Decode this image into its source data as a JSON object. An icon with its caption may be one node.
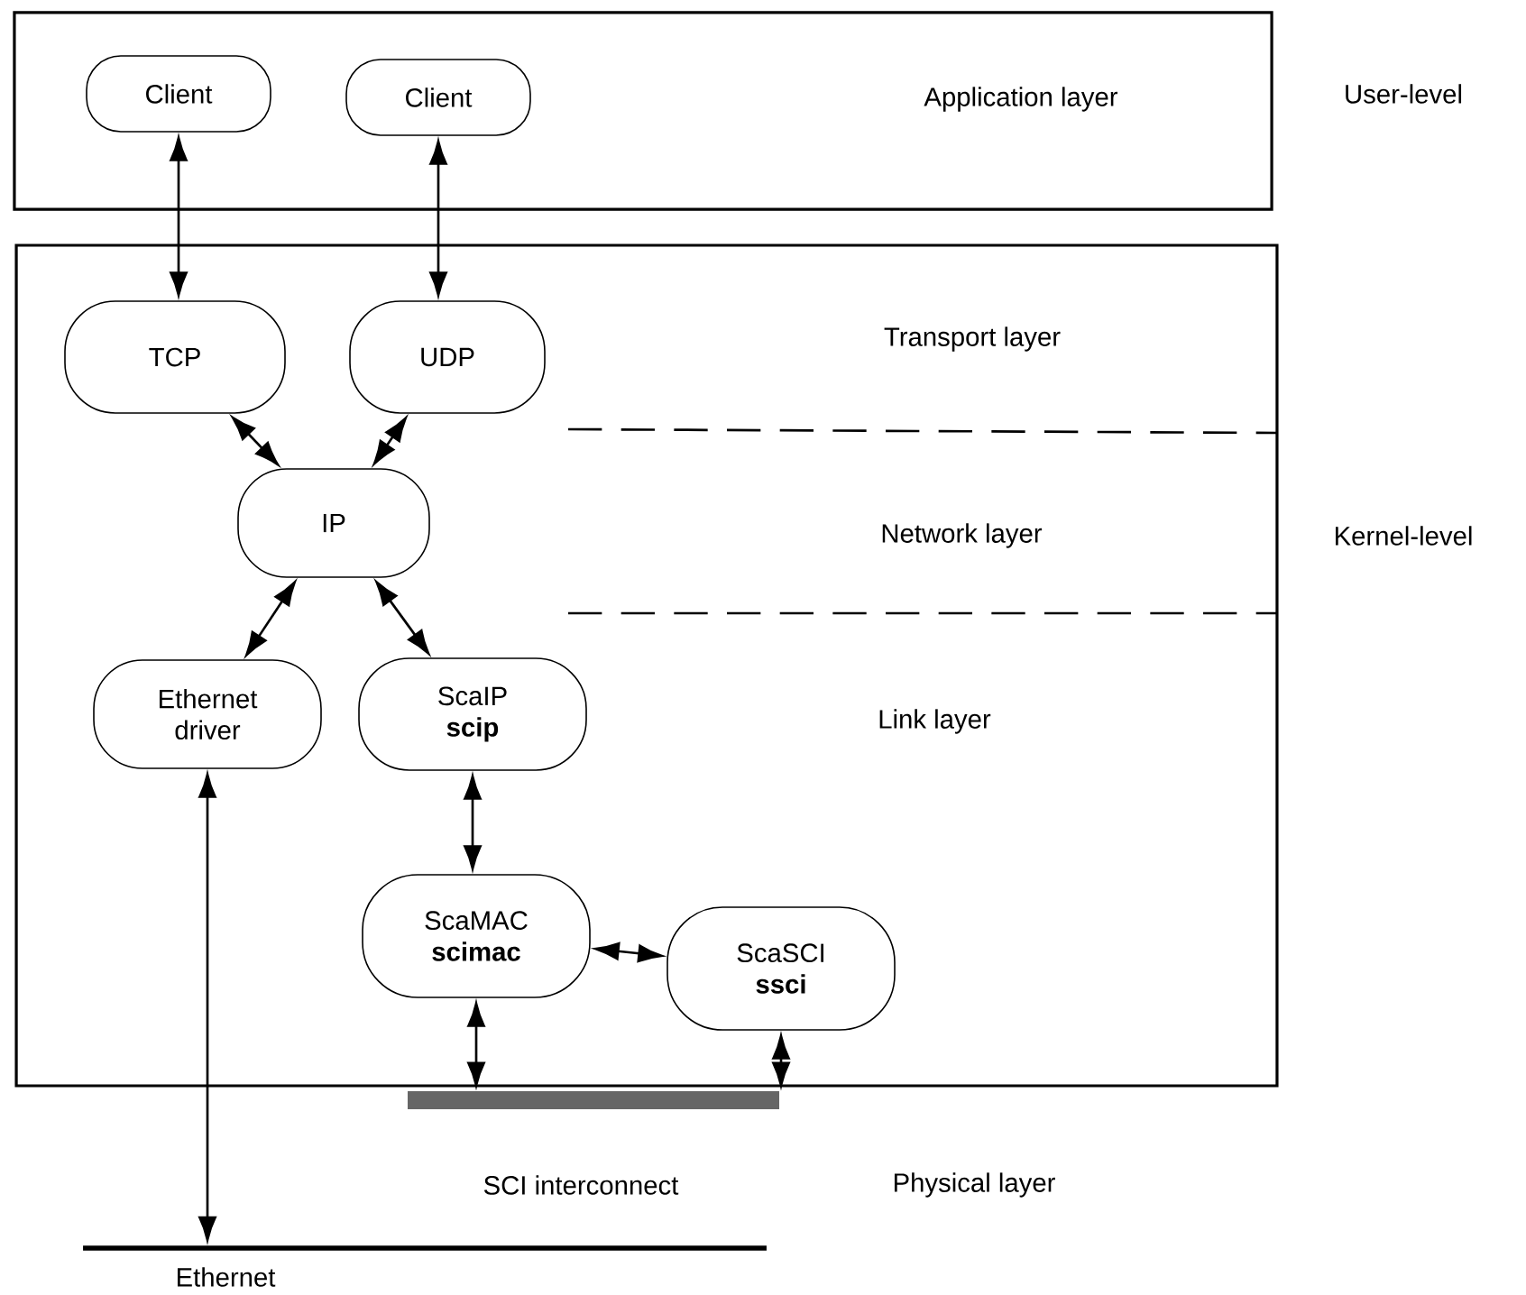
{
  "diagram": {
    "nodes": [
      {
        "text": [
          "Application layer"
        ],
        "beside": [
          "User-level"
        ]
      },
      {
        "text": [
          "Transport layer",
          "Network layer",
          "Link layer"
        ],
        "beside": [
          "Kernel-level"
        ]
      },
      {
        "text": [
          "Client"
        ],
        "in": 0
      },
      {
        "text": [
          "Client"
        ],
        "in": 0
      },
      {
        "text": [
          "TCP"
        ],
        "in": 1
      },
      {
        "text": [
          "UDP"
        ],
        "in": 1
      },
      {
        "text": [
          "IP"
        ],
        "in": 1
      },
      {
        "text": [
          "Ethernet driver"
        ],
        "in": 1
      },
      {
        "text": [
          "ScaIP",
          "scip"
        ],
        "in": 1
      },
      {
        "text": [
          "ScaMAC",
          "scimac"
        ],
        "in": 1
      },
      {
        "text": [
          "ScaSCI",
          "ssci"
        ],
        "in": 1
      },
      {
        "text": [],
        "shape": "bar",
        "beside": [
          "SCI interconnect"
        ]
      },
      {
        "text": [],
        "shape": "line",
        "beside": [
          "Ethernet"
        ]
      }
    ],
    "edges": [
      {
        "from": 2,
        "to": 4,
        "arrow": "both"
      },
      {
        "from": 3,
        "to": 5,
        "arrow": "both"
      },
      {
        "from": 4,
        "to": 6,
        "arrow": "both"
      },
      {
        "from": 5,
        "to": 6,
        "arrow": "both"
      },
      {
        "from": 6,
        "to": 7,
        "arrow": "both"
      },
      {
        "from": 6,
        "to": 8,
        "arrow": "both"
      },
      {
        "from": 8,
        "to": 9,
        "arrow": "both"
      },
      {
        "from": 9,
        "to": 10,
        "arrow": "both"
      },
      {
        "from": 7,
        "to": 12,
        "arrow": "both"
      },
      {
        "from": 9,
        "to": 11,
        "arrow": "both"
      },
      {
        "from": 10,
        "to": 11,
        "arrow": "both"
      }
    ],
    "labels": [
      "Physical layer"
    ]
  }
}
